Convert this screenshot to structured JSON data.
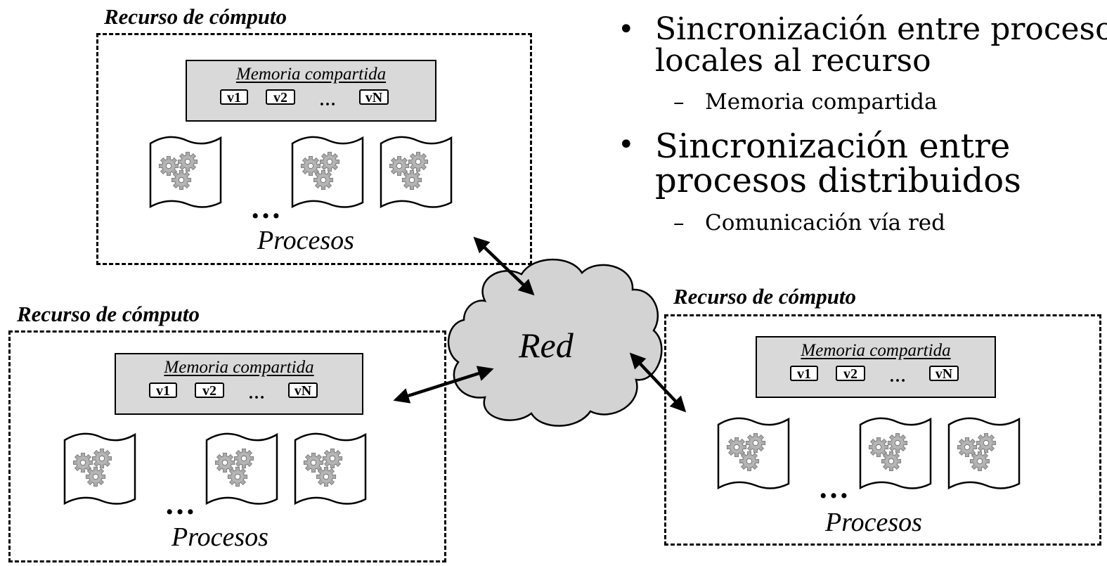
{
  "resources": [
    {
      "title": "Recurso de cómputo",
      "memory_label": "Memoria compartida",
      "vars": [
        "v1",
        "v2",
        "vN"
      ],
      "mem_ellipsis": "…",
      "procs_ellipsis": "…",
      "processes_label": "Procesos"
    },
    {
      "title": "Recurso de cómputo",
      "memory_label": "Memoria compartida",
      "vars": [
        "v1",
        "v2",
        "vN"
      ],
      "mem_ellipsis": "…",
      "procs_ellipsis": "…",
      "processes_label": "Procesos"
    },
    {
      "title": "Recurso de cómputo",
      "memory_label": "Memoria compartida",
      "vars": [
        "v1",
        "v2",
        "vN"
      ],
      "mem_ellipsis": "…",
      "procs_ellipsis": "…",
      "processes_label": "Procesos"
    }
  ],
  "network": {
    "label": "Red"
  },
  "bullets": [
    {
      "text_line1": "Sincronización entre procesos",
      "text_line2": "locales al recurso",
      "sub": "Memoria compartida"
    },
    {
      "text_line1": "Sincronización entre",
      "text_line2": "procesos distribuidos",
      "sub": "Comunicación vía red"
    }
  ],
  "colors": {
    "memory_fill": "#d9d9d9",
    "cloud_fill": "#d3d3d3",
    "gear_fill": "#a6a6a6"
  }
}
